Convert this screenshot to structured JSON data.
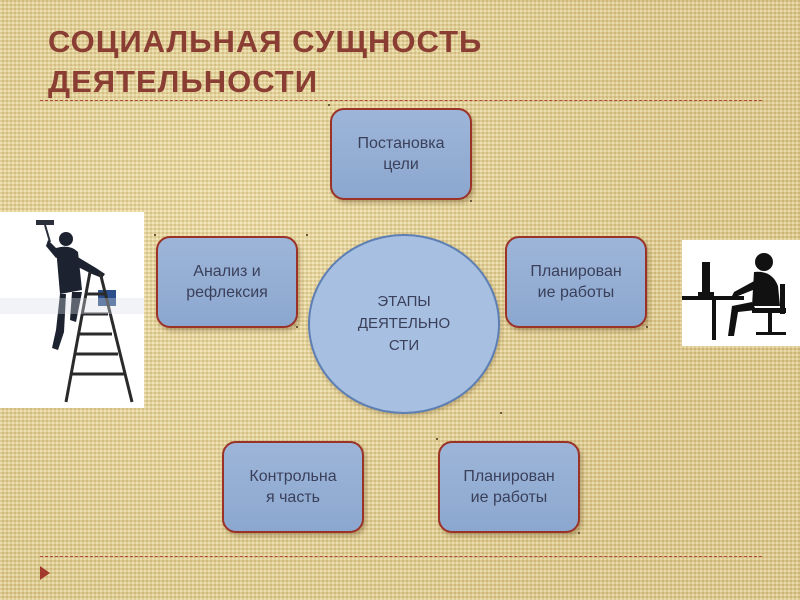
{
  "slide": {
    "title": "СОЦИАЛЬНАЯ СУЩНОСТЬ ДЕЯТЕЛЬНОСТИ"
  },
  "diagram": {
    "center": "ЭТАПЫ\nДЕЯТЕЛЬНО\nСТИ",
    "nodes": {
      "top": "Постановка\nцели",
      "right": "Планирован\nие работы",
      "bottom_right": "Планирован\nие работы",
      "bottom_left": "Контрольна\nя часть",
      "left": "Анализ и\nрефлексия"
    },
    "colors": {
      "box_fill": "#8ca7cf",
      "box_border": "#9b3228",
      "circle_fill": "#a7bfe0",
      "circle_border": "#5e7fb4",
      "title_color": "#8a3d32"
    }
  },
  "images": {
    "left": "painter-on-ladder-silhouette",
    "right": "person-at-computer-silhouette"
  }
}
